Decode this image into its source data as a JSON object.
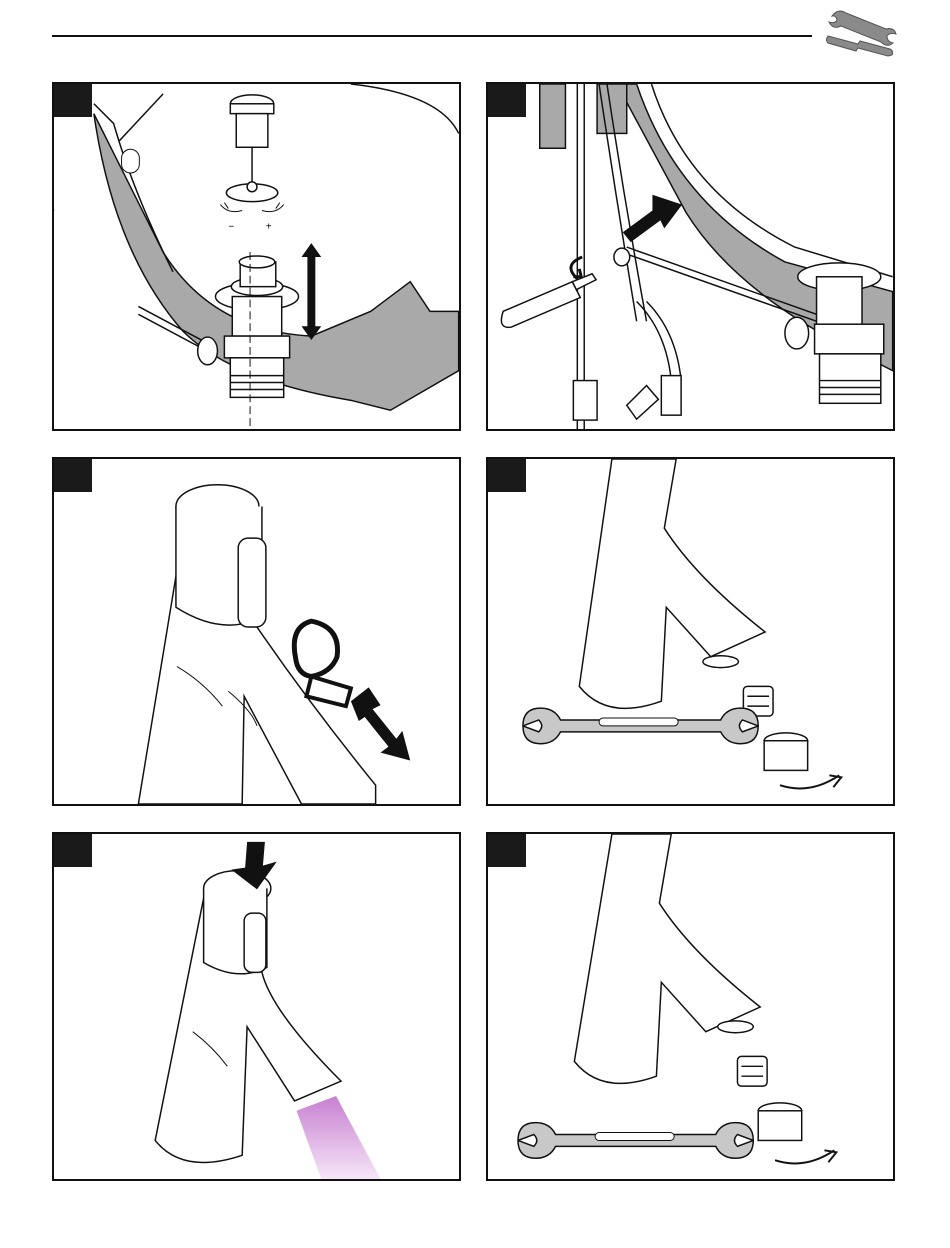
{
  "header": {
    "icon": "wrench-screwdriver-icon"
  },
  "panels": [
    {
      "id": "p1",
      "step": "",
      "marks": {
        "minus": "−",
        "plus": "+"
      }
    },
    {
      "id": "p2",
      "step": ""
    },
    {
      "id": "p3",
      "step": ""
    },
    {
      "id": "p4",
      "step": ""
    },
    {
      "id": "p5",
      "step": "",
      "flow_color": "#c77fd0"
    },
    {
      "id": "p6",
      "step": ""
    }
  ]
}
